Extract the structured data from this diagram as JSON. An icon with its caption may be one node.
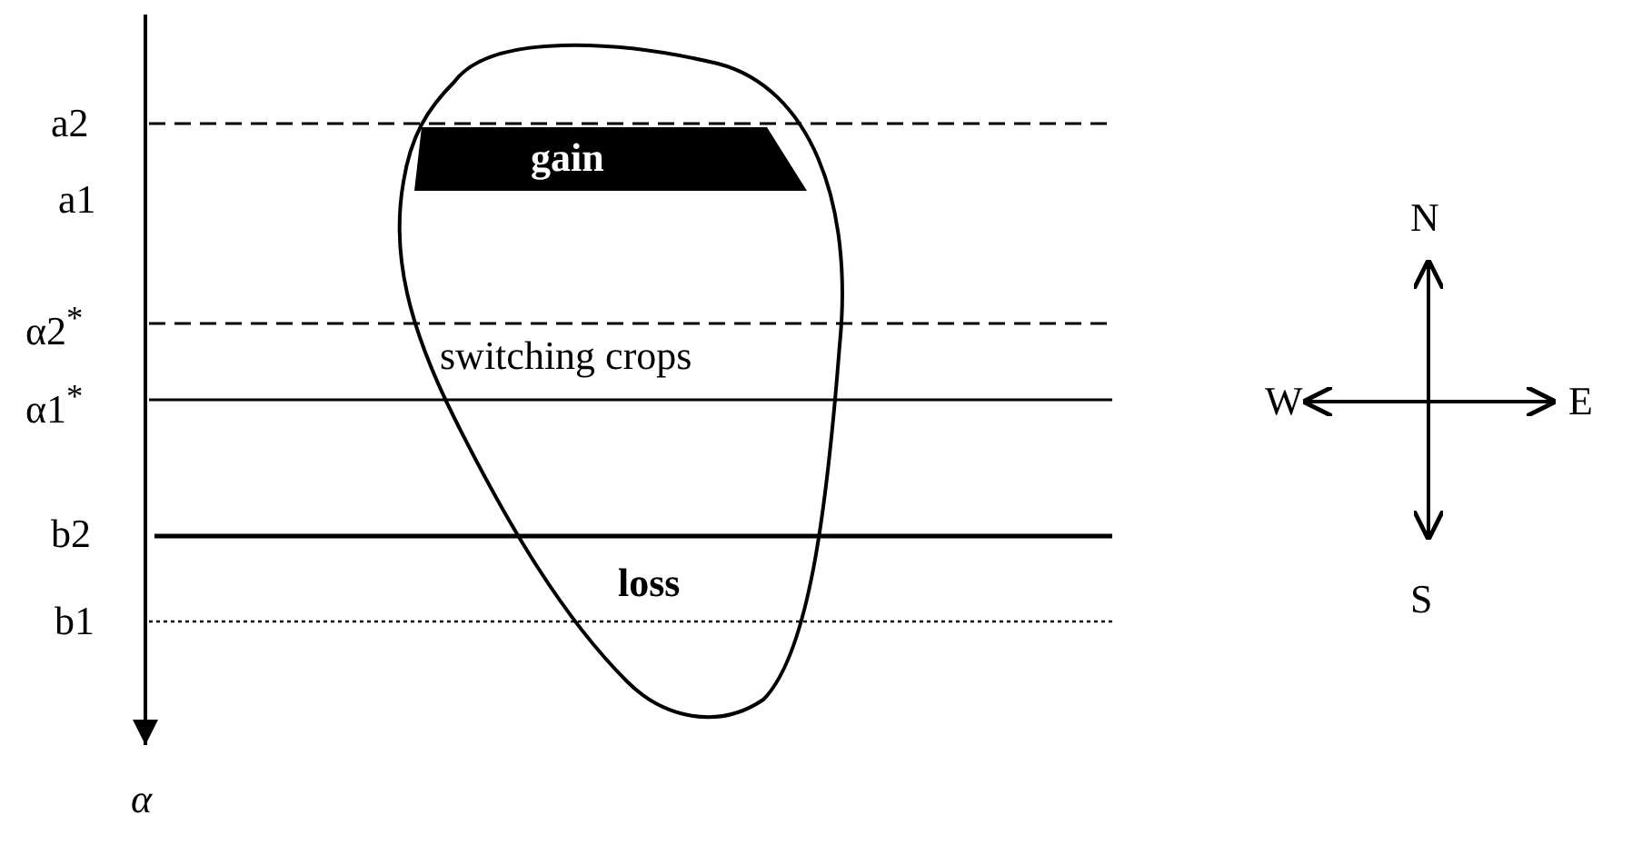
{
  "diagram": {
    "labels": [
      "a2",
      "gain",
      "a1",
      "N",
      "α2$^{*}$",
      "switching crops",
      "α1$^{*}$",
      "W",
      "E",
      "b2",
      "loss",
      "S",
      "b1",
      "α"
    ]
  }
}
